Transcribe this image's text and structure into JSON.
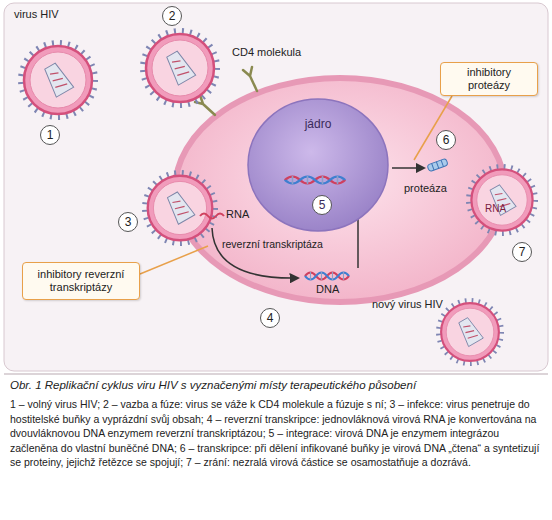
{
  "diagram": {
    "caption": "Obr. 1 Replikační cyklus viru HIV s vyznačenými místy terapeutického působení",
    "nodes": [
      {
        "text": [
          "2"
        ]
      },
      {
        "text": [
          "inhibitory proteázy"
        ]
      },
      {
        "text": [
          "jádro"
        ]
      },
      {
        "text": [
          "1"
        ]
      },
      {
        "text": [
          "6"
        ]
      },
      {
        "text": [
          "5"
        ],
        "in": 2
      },
      {
        "text": [
          "3"
        ]
      },
      {
        "text": [
          "7"
        ]
      },
      {
        "text": [
          "inhibitory reverzní transkriptázy"
        ]
      },
      {
        "text": [
          "4"
        ]
      }
    ],
    "labels": [
      "virus HIV",
      "CD4 molekula",
      "RNA",
      "reverzní transkriptáza",
      "DNA",
      "proteáza",
      "RNA",
      "nový virus HIV",
      "1 – volný virus HIV; 2 – vazba a fúze: virus se váže k CD4 molekule a fúzuje s ní; 3 – infekce: virus penetruje do hostitelské buňky a vyprázdní svůj obsah; 4 – reverzní transkripce: jednovláknová virová RNA je konvertována na dvouvláknovou DNA enzymem reverzní transkriptázou; 5 – integrace: virová DNA je enzymem integrázou začleněna do vlastní buněčné DNA; 6 – transkripce: při dělení infikované buňky je virová DNA „čtena“ a syntetizují se proteiny, jejichž řetězce se spojují; 7 – zrání: nezralá virová částice se osamostatňuje a dozrává."
    ]
  }
}
